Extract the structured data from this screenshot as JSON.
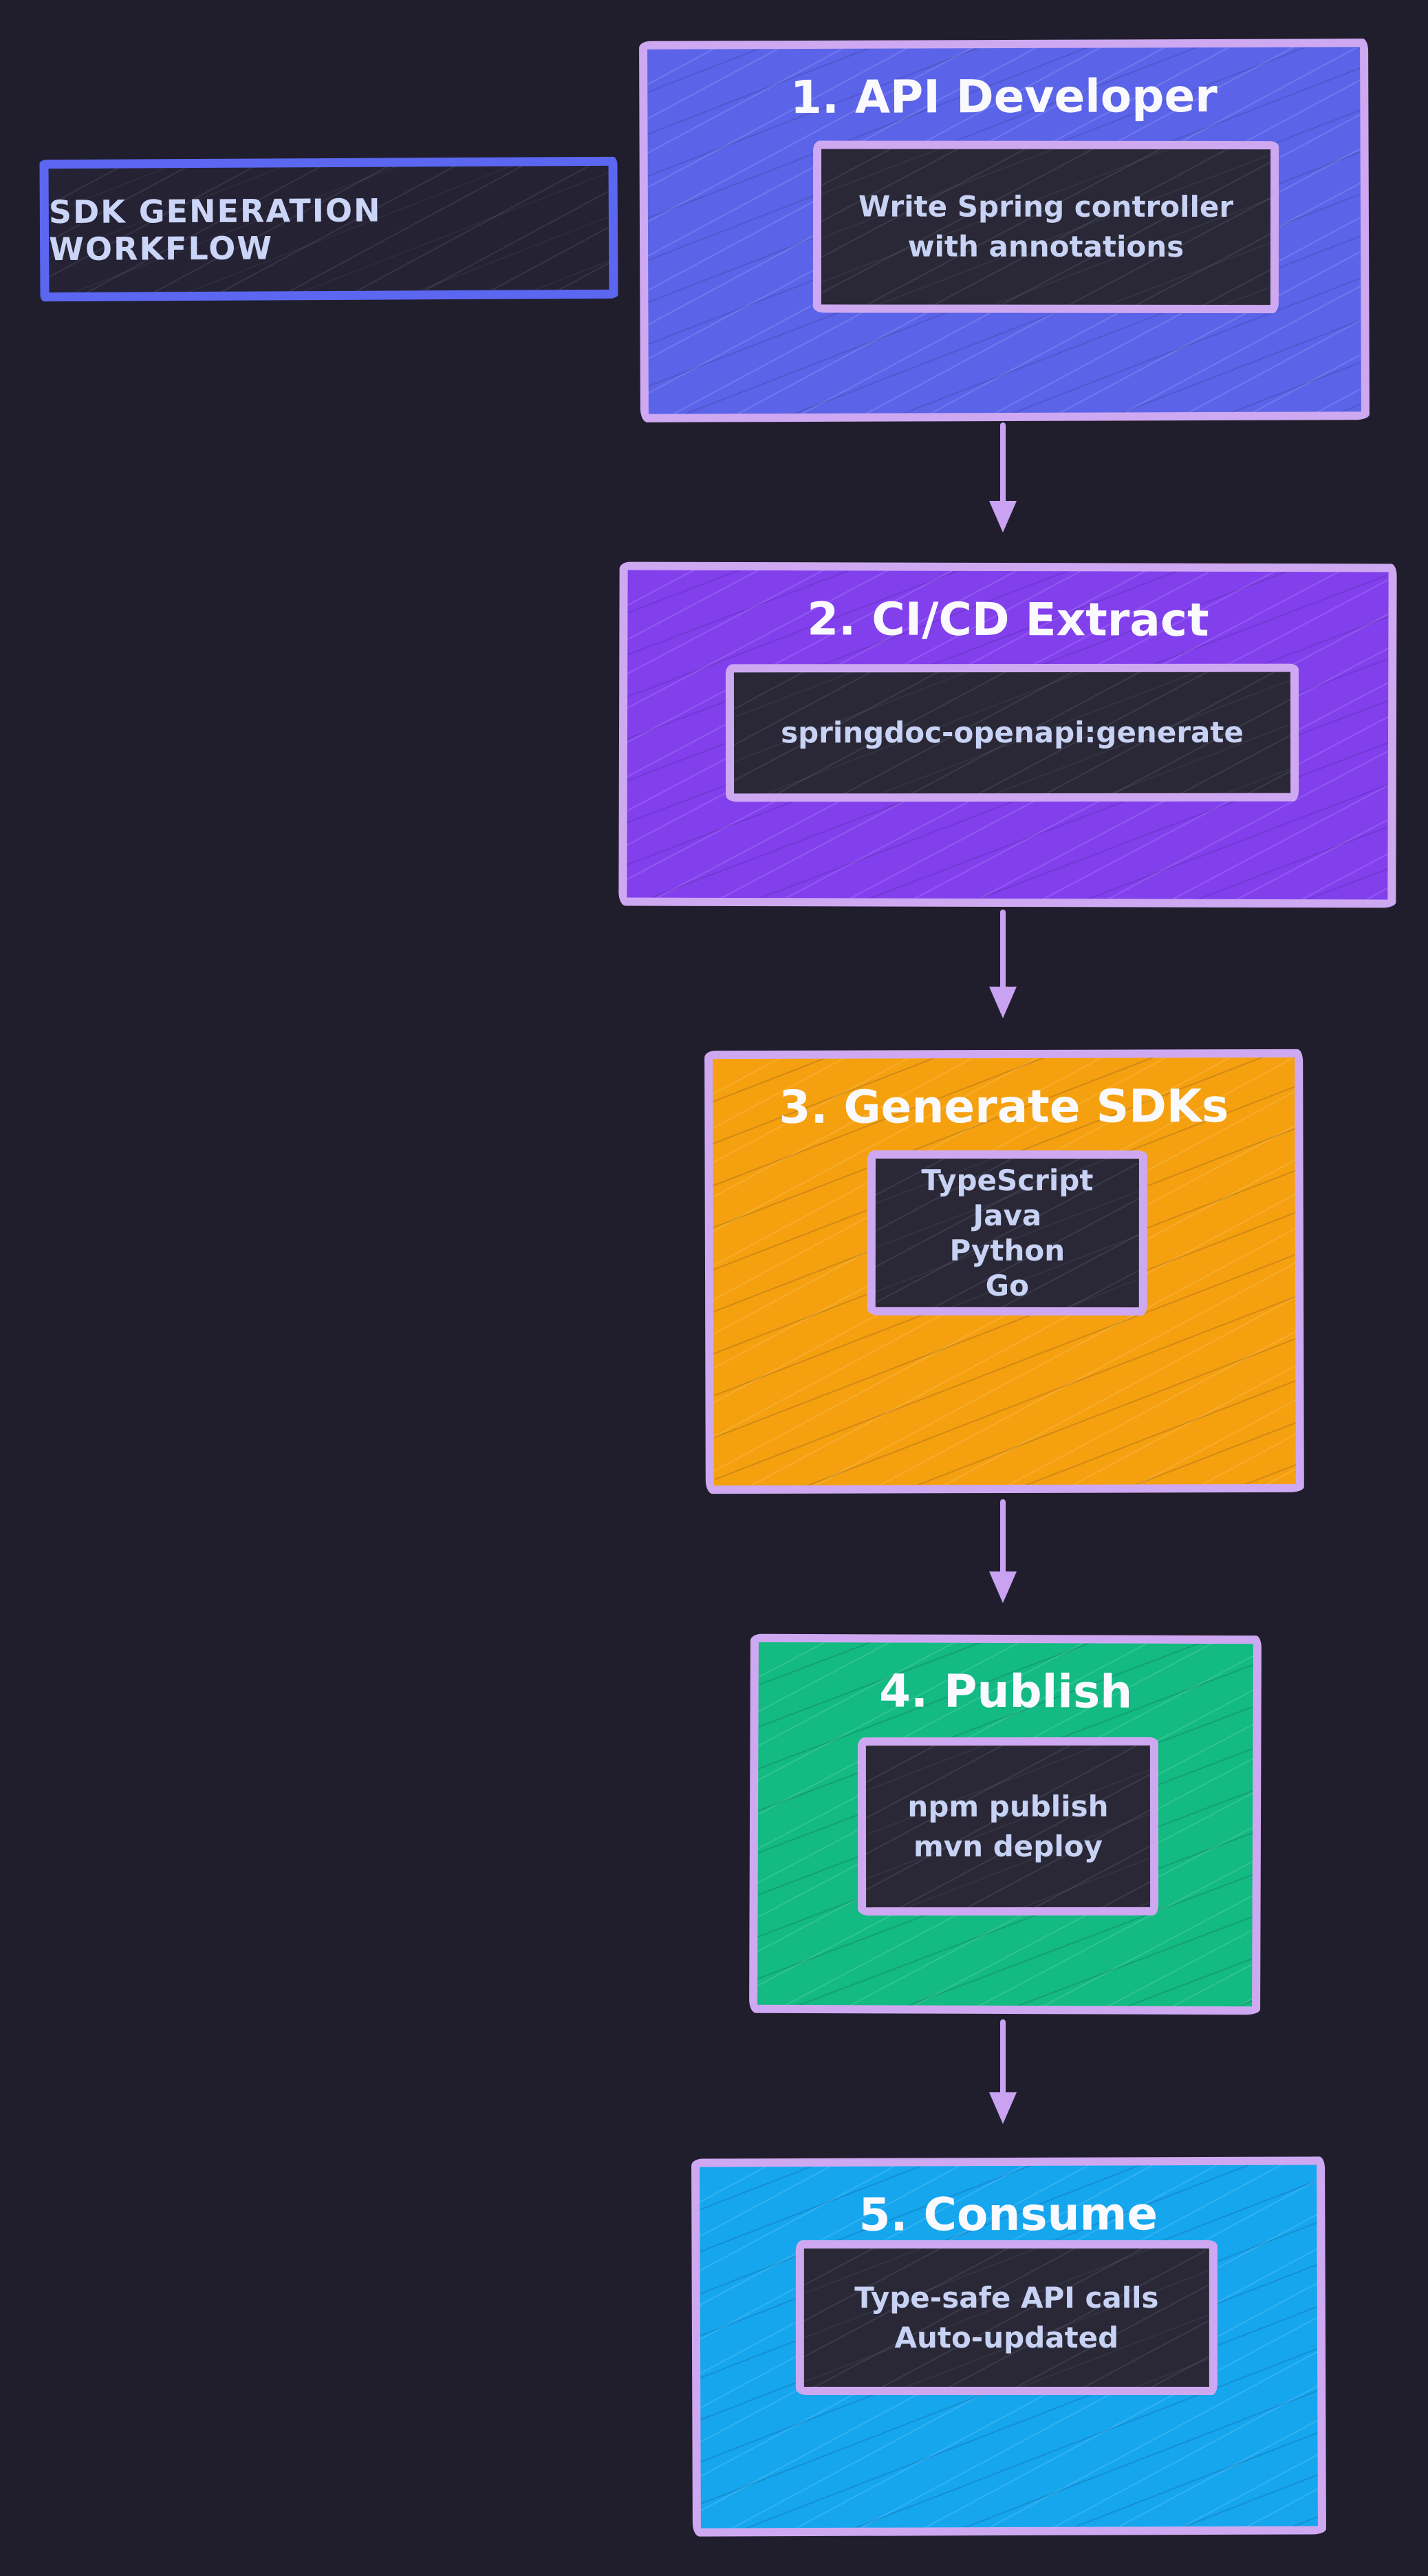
{
  "title_label": {
    "text": "SDK GENERATION WORKFLOW"
  },
  "colors": {
    "bg": "#201E2C",
    "border_lavender": "#CEA9F1",
    "arrow": "#C9A2F2",
    "inner_fill": "#2A2836",
    "inner_text": "#C7D2F4",
    "heading_text": "#FAFAFE",
    "label_border": "#5B67F1",
    "label_text": "#CBD5F8",
    "label_fill": "#242233"
  },
  "steps": [
    {
      "title": "1. API Developer",
      "fill": "#5B64E8",
      "detail_lines": [
        "Write Spring controller",
        "with annotations"
      ]
    },
    {
      "title": "2. CI/CD Extract",
      "fill": "#8240ED",
      "detail_lines": [
        "springdoc-openapi:generate"
      ]
    },
    {
      "title": "3. Generate SDKs",
      "fill": "#F5A00F",
      "detail_lines": [
        "TypeScript",
        "Java",
        "Python",
        "Go"
      ]
    },
    {
      "title": "4. Publish",
      "fill": "#13BA81",
      "detail_lines": [
        "npm publish",
        "mvn deploy"
      ]
    },
    {
      "title": "5. Consume",
      "fill": "#15A6EE",
      "detail_lines": [
        "Type-safe API calls",
        "Auto-updated"
      ]
    }
  ],
  "flow": {
    "direction": "top-down",
    "arrow_count": 4
  }
}
